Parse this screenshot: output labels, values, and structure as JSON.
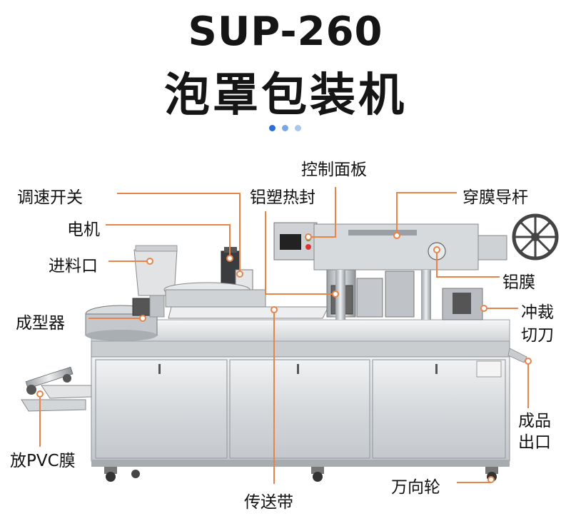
{
  "header": {
    "model": "SUP-260",
    "name": "泡罩包装机",
    "carousel_dots": [
      {
        "color": "#2a6fd6"
      },
      {
        "color": "#7aa6e3"
      },
      {
        "color": "#a9c6ee"
      }
    ]
  },
  "colors": {
    "leader_line": "#e8834a",
    "steel_light": "#e6e8ea",
    "steel_mid": "#b7bbbf",
    "steel_dark": "#6e7378"
  },
  "labels": {
    "control_panel": "控制面板",
    "speed_switch": "调速开关",
    "alu_plastic_seal": "铝塑热封",
    "film_guide_rod": "穿膜导杆",
    "motor": "电机",
    "feed_inlet": "进料口",
    "aluminum_foil": "铝膜",
    "forming_device": "成型器",
    "punch_cutter_line1": "冲裁",
    "punch_cutter_line2": "切刀",
    "product_outlet_line1": "成品",
    "product_outlet_line2": "出口",
    "pvc_film": "放PVC膜",
    "conveyor_belt": "传送带",
    "casters": "万向轮"
  }
}
